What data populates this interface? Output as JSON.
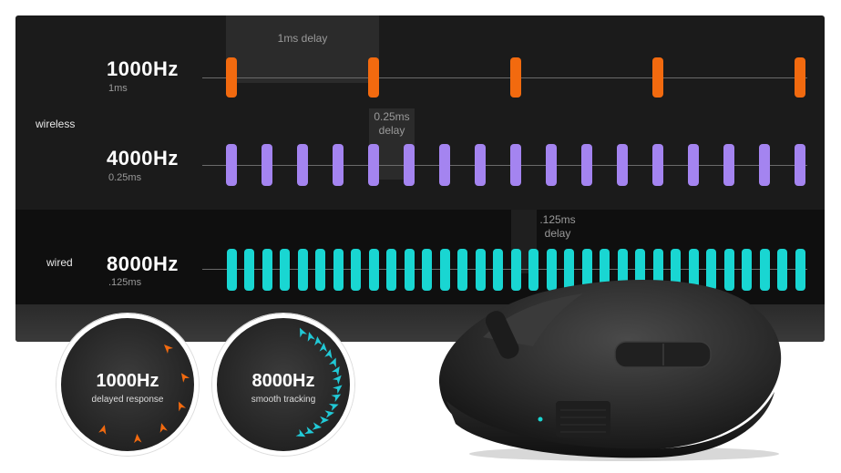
{
  "rows": {
    "wireless_label": "wireless",
    "wired_label": "wired",
    "r1000": {
      "hz": "1000Hz",
      "ms": "1ms",
      "delay": "1ms delay",
      "color": "#f26a0f",
      "pulses": 5
    },
    "r4000": {
      "hz": "4000Hz",
      "ms": "0.25ms",
      "delay_line1": "0.25ms",
      "delay_line2": "delay",
      "color": "#a484f0",
      "pulses": 17
    },
    "r8000": {
      "hz": "8000Hz",
      "ms": ".125ms",
      "delay_line1": ".125ms",
      "delay_line2": "delay",
      "color": "#19d6d2",
      "pulses": 33
    }
  },
  "badges": {
    "left": {
      "title": "1000Hz",
      "subtitle": "delayed response",
      "arrow_color": "#f26a0f"
    },
    "right": {
      "title": "8000Hz",
      "subtitle": "smooth tracking",
      "arrow_color": "#21c9d6"
    }
  },
  "icons": [
    "mouse-image",
    "cursor-arrow-icon"
  ]
}
